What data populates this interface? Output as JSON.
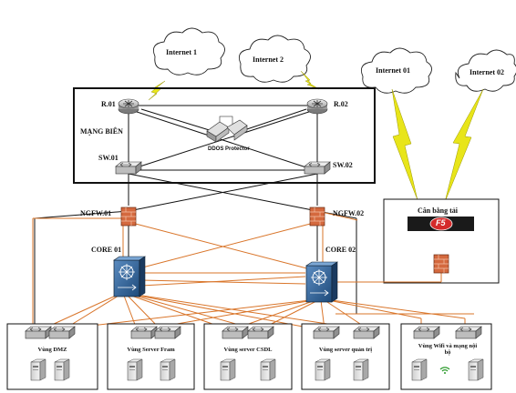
{
  "clouds": {
    "internet1": "Internet 1",
    "internet2": "Internet 2",
    "internet01": "Internet 01",
    "internet02": "Internet 02"
  },
  "edge": {
    "zone_label": "MẠNG BIÊN",
    "router1": "R.01",
    "router2": "R.02",
    "ddos": "DDOS Protector",
    "switch1": "SW.01",
    "switch2": "SW.02"
  },
  "firewalls": {
    "ngfw1": "NGFW.01",
    "ngfw2": "NGFW.02"
  },
  "core": {
    "core1": "CORE 01",
    "core2": "CORE 02"
  },
  "load_balancer": {
    "title": "Cân bằng tải",
    "brand": "F5"
  },
  "zones": [
    {
      "label": "Vùng DMZ"
    },
    {
      "label": "Vùng Server Fram"
    },
    {
      "label": "Vùng server CSDL"
    },
    {
      "label": "Vùng server quản trị"
    },
    {
      "label": "Vùng Wifi và mạng nội bộ"
    }
  ],
  "colors": {
    "orange_link": "#d9752a",
    "black_link": "#111111",
    "lightning": "#e8e51a",
    "core_blue": "#2a5a8c",
    "firewall": "#c8643a",
    "f5_bg": "#1a1a1a",
    "f5_red": "#d42a2a"
  }
}
